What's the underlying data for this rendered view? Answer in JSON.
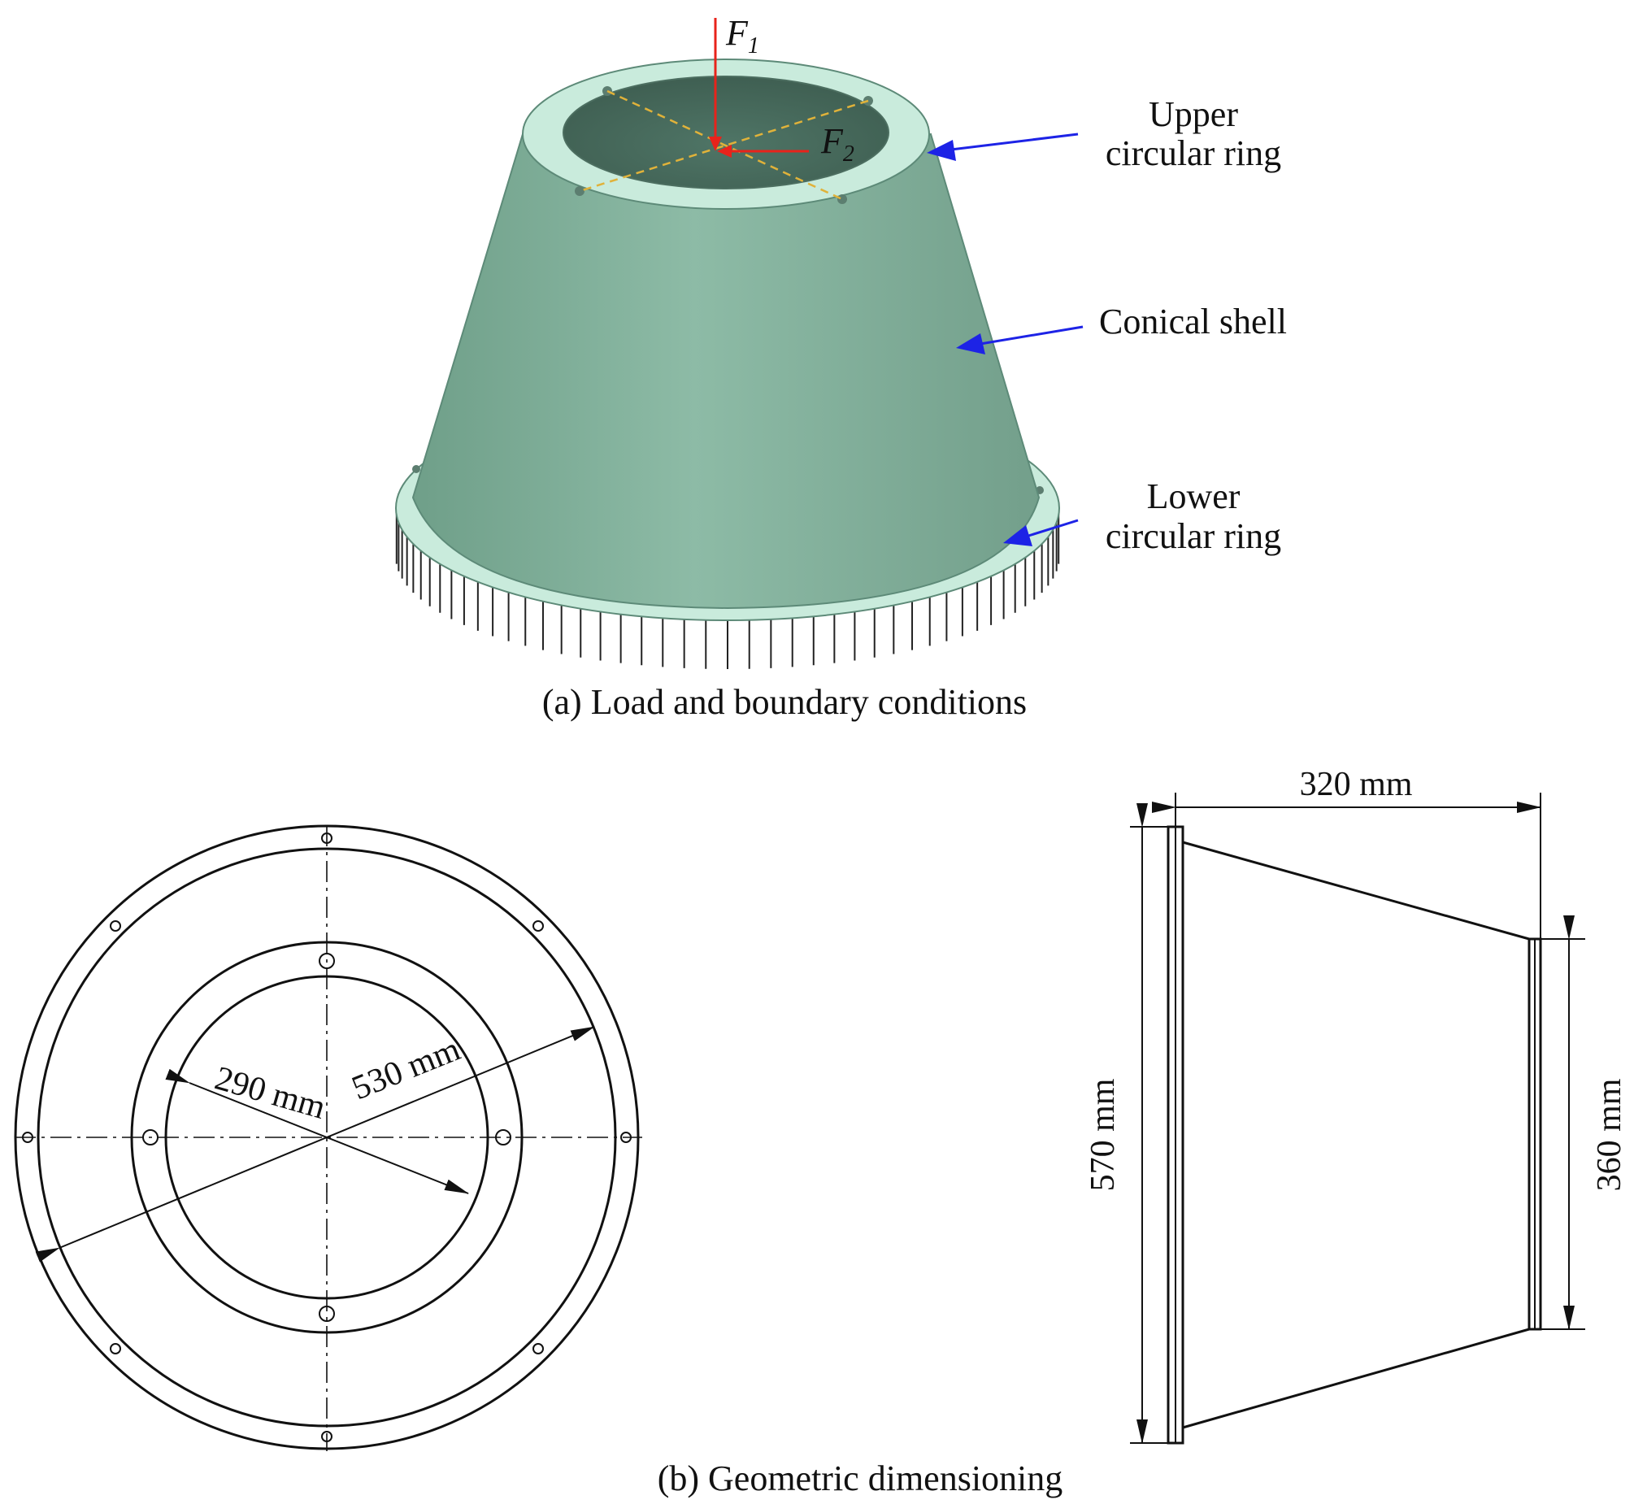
{
  "panel_a": {
    "caption": "(a) Load and boundary conditions",
    "force1": {
      "symbol": "F",
      "subscript": "1"
    },
    "force2": {
      "symbol": "F",
      "subscript": "2"
    },
    "labels": {
      "upper_ring_line1": "Upper",
      "upper_ring_line2": "circular ring",
      "conical_shell": "Conical shell",
      "lower_ring_line1": "Lower",
      "lower_ring_line2": "circular ring"
    },
    "colors": {
      "shell": "#7fae98",
      "ring": "#c9ebdc",
      "force_arrow": "#e8231b",
      "pointer_arrow": "#1d23e6",
      "bolt_line": "#e0b23a"
    }
  },
  "panel_b": {
    "caption": "(b) Geometric dimensioning",
    "dims": {
      "inner_diameter": "290 mm",
      "outer_diameter": "530 mm",
      "height": "320 mm",
      "bottom_flange": "570 mm",
      "top_flange": "360 mm"
    }
  }
}
